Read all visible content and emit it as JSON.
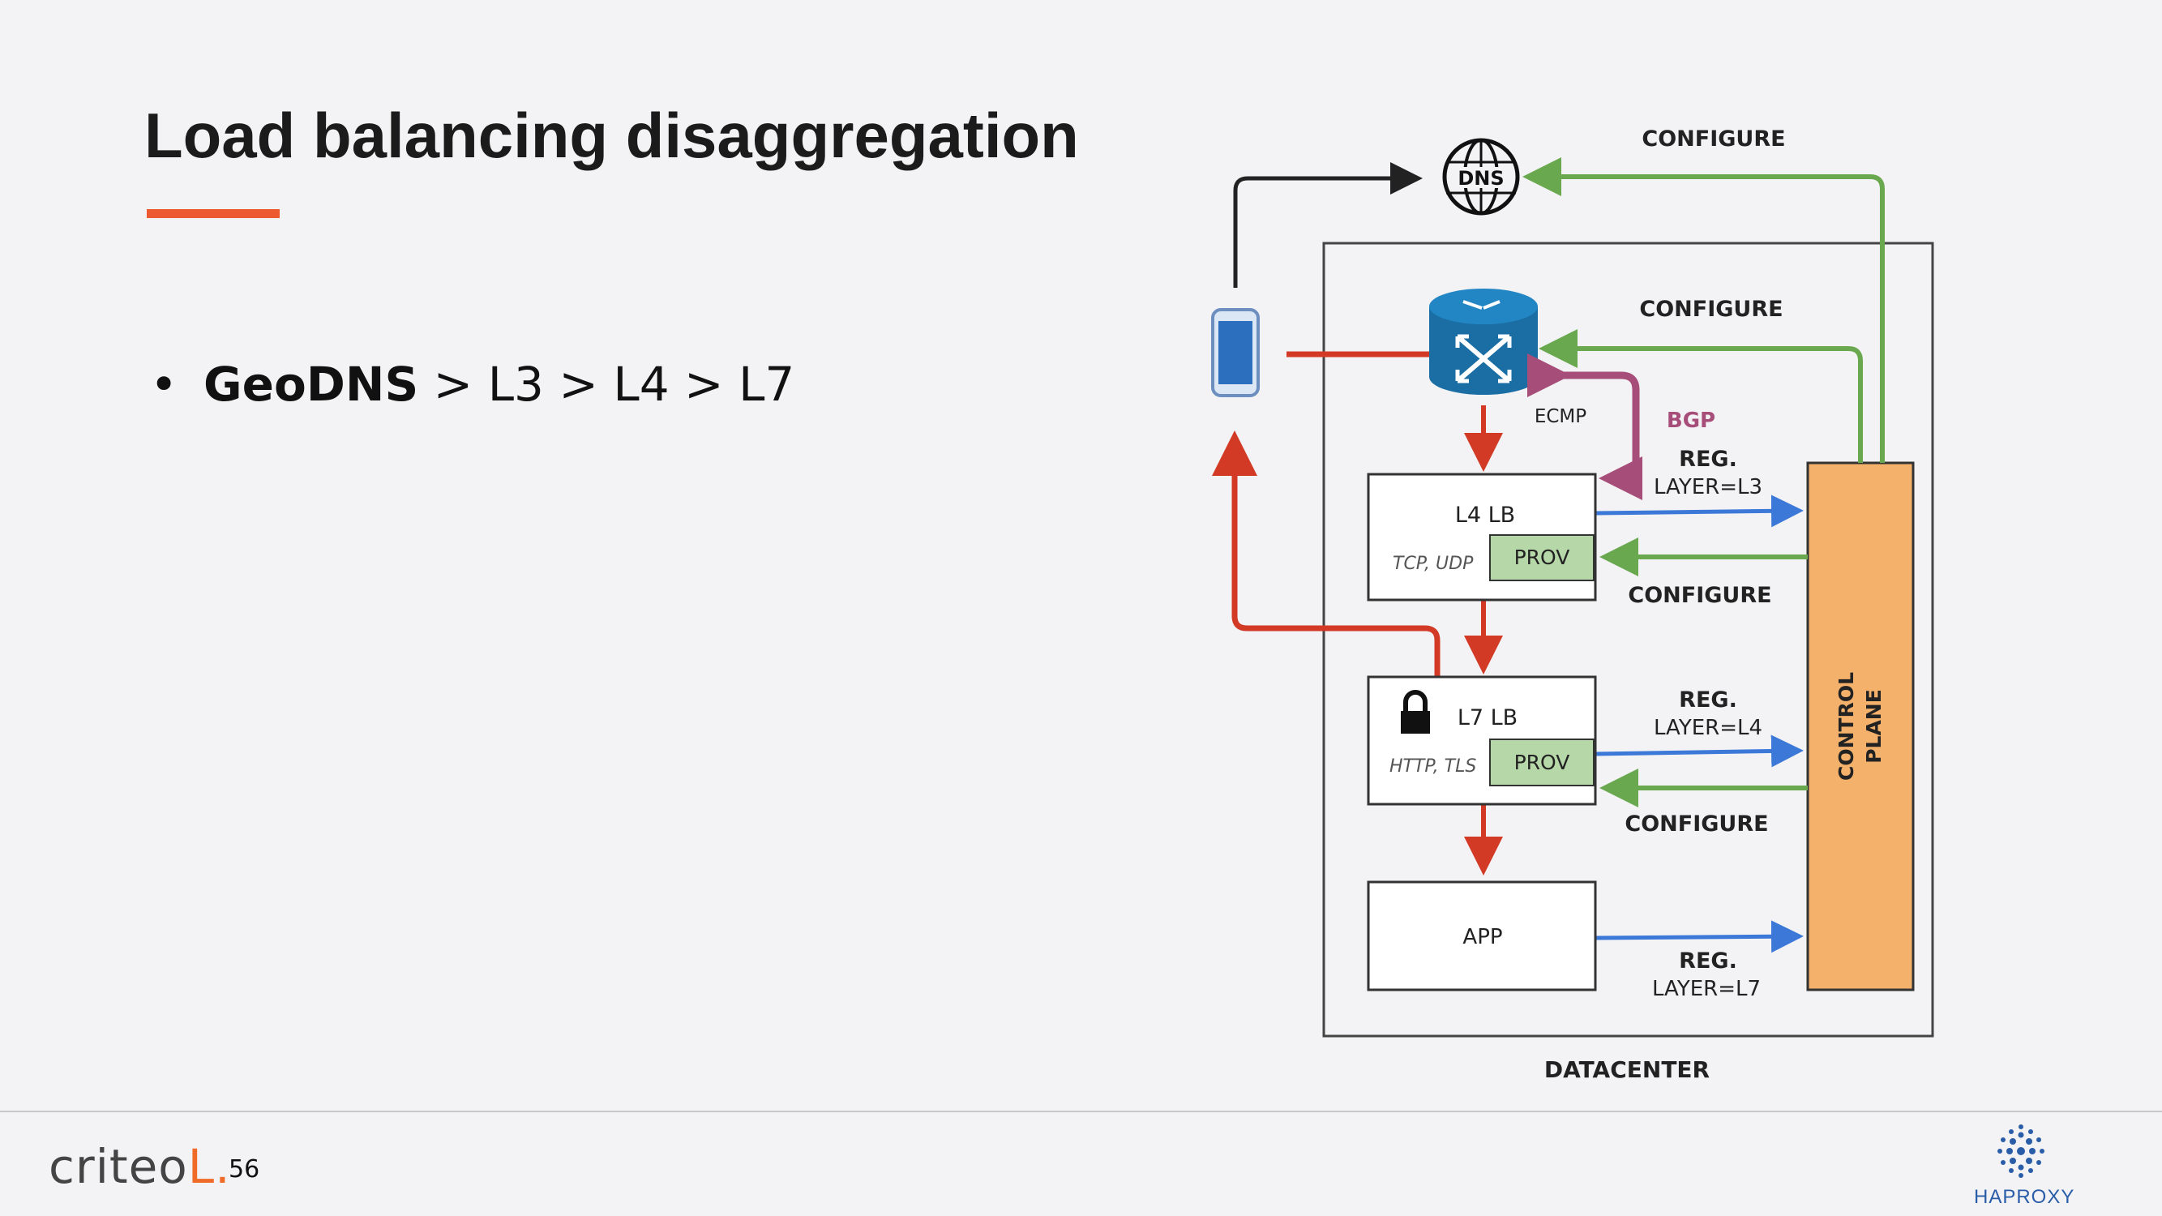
{
  "slide": {
    "title": "Load balancing disaggregation",
    "bullet": {
      "strong": "GeoDNS",
      "rest": " > L3 > L4 > L7"
    },
    "page_number": "56"
  },
  "logos": {
    "criteo": "criteo",
    "haproxy": "HAPROXY"
  },
  "diagram": {
    "dns_label": "DNS",
    "configure_label": "CONFIGURE",
    "ecmp_label": "ECMP",
    "bgp_label": "BGP",
    "reg_label": "REG.",
    "layer_l3": "LAYER=L3",
    "layer_l4": "LAYER=L4",
    "layer_l7": "LAYER=L7",
    "l4lb_title": "L4 LB",
    "l4lb_proto": "TCP, UDP",
    "l7lb_title": "L7 LB",
    "l7lb_proto": "HTTP, TLS",
    "prov_label": "PROV",
    "app_label": "APP",
    "control_plane_line1": "CONTROL",
    "control_plane_line2": "PLANE",
    "datacenter_label": "DATACENTER"
  },
  "colors": {
    "title_underline": "#ee5a2f",
    "red_flow": "#d23a26",
    "green_configure": "#6aa84f",
    "blue_register": "#3c78d8",
    "bgp_purple": "#a64d79",
    "control_plane": "#f4b16b",
    "prov_box": "#b6d7a8"
  }
}
